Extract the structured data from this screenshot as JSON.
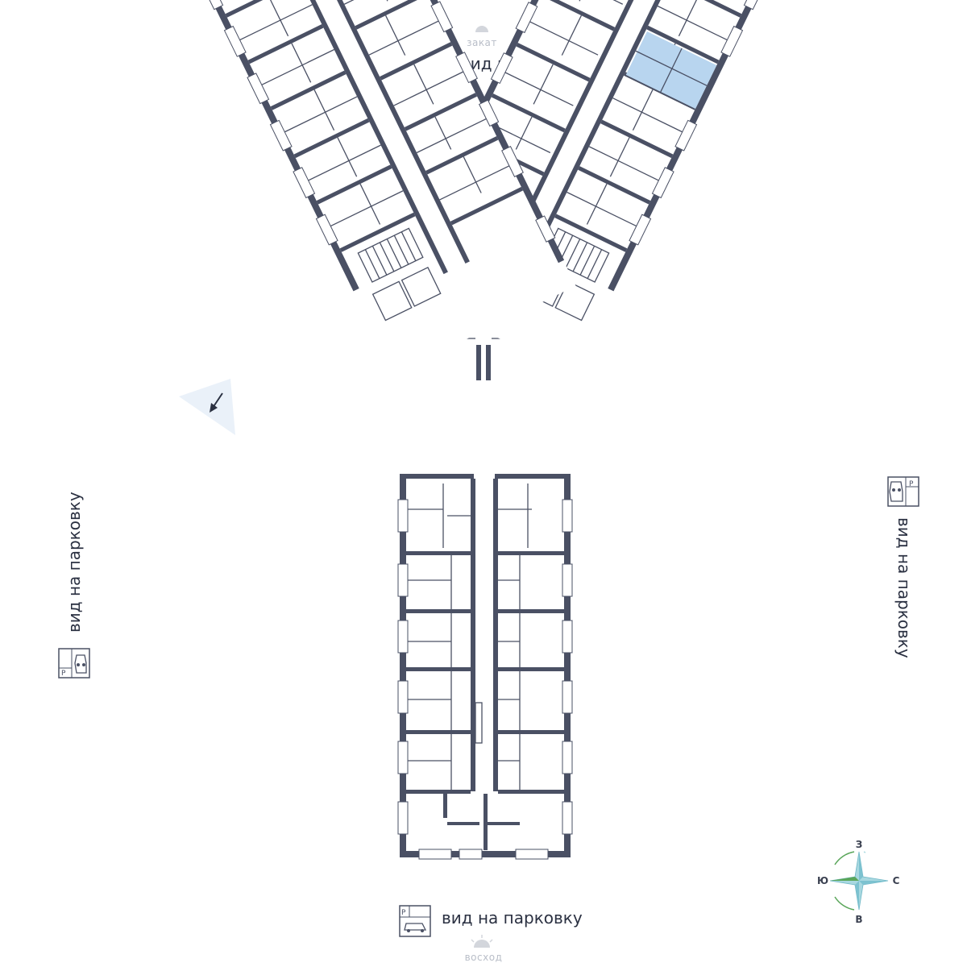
{
  "views": {
    "top": "вид на двор",
    "left": "вид на парковку",
    "right": "вид на парковку",
    "bottom": "вид на парковку"
  },
  "sun": {
    "sunset": "закат",
    "sunrise": "восход"
  },
  "compass": {
    "north": "З",
    "south": "В",
    "west": "Ю",
    "east": "С"
  },
  "colors": {
    "wall": "#4a5064",
    "highlight": "#b8d5ef",
    "label": "#2b3142",
    "sun": "#d3d6dc",
    "compass_star": "#a8d8e0",
    "compass_arc_green": "#5aa65a"
  },
  "icons": {
    "top": "courtyard-swing-icon",
    "left": "parking-icon",
    "right": "parking-icon",
    "bottom": "parking-icon"
  }
}
